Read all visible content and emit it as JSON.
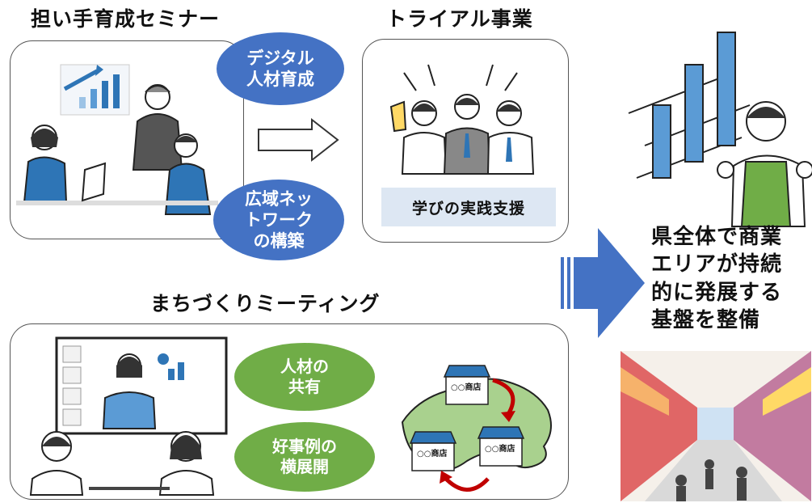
{
  "titles": {
    "seminar": "担い手育成セミナー",
    "trial": "トライアル事業",
    "meeting": "まちづくりミーティング"
  },
  "ovals": {
    "digital": "デジタル\n人材育成",
    "network": "広域ネッ\nトワーク\nの構築",
    "share": "人材の\n共有",
    "spread": "好事例の\n横展開"
  },
  "support_label": "学びの実践支援",
  "result_text": "県全体で商業\nエリアが持続\n的に発展する\n基盤を整備",
  "shop_labels": [
    "○○商店",
    "○○商店",
    "○○商店"
  ],
  "colors": {
    "oval_blue": "#4472c4",
    "oval_green": "#70ad47",
    "arrow_blue": "#4472c4",
    "map_green": "#a9d18e",
    "support_bg": "#dde7f3"
  }
}
